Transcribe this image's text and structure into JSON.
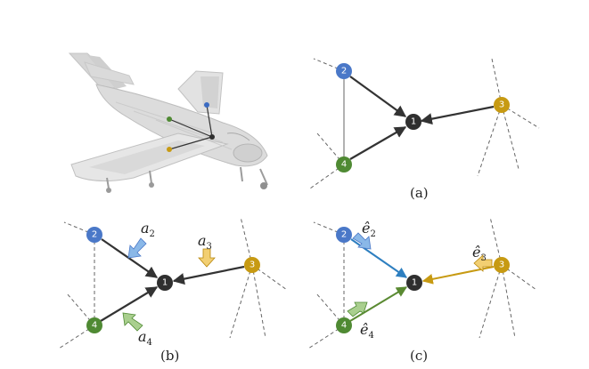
{
  "panels": {
    "a": {
      "caption": "(a)"
    },
    "b": {
      "caption": "(b)"
    },
    "c": {
      "caption": "(c)"
    }
  },
  "nodes": {
    "n1": "1",
    "n2": "2",
    "n3": "3",
    "n4": "4"
  },
  "math_labels": {
    "a2": "a",
    "a2_sub": "2",
    "a3": "a",
    "a3_sub": "3",
    "a4": "a",
    "a4_sub": "4",
    "e2": "ê",
    "e2_sub": "2",
    "e3": "ê",
    "e3_sub": "3",
    "e4": "ê",
    "e4_sub": "4"
  },
  "colors": {
    "node1": "#2f2f2f",
    "node2": "#4a78c8",
    "node3": "#c79a12",
    "node4": "#4f8a33",
    "edge_dark": "#333333",
    "edge_blue": "#2e7fc0",
    "edge_gold": "#c79a12",
    "edge_green": "#5a8a32",
    "arrow_blue": "#8ab8e8",
    "arrow_gold": "#f2cf72",
    "arrow_green": "#a9cf8e",
    "dash": "#666666"
  }
}
